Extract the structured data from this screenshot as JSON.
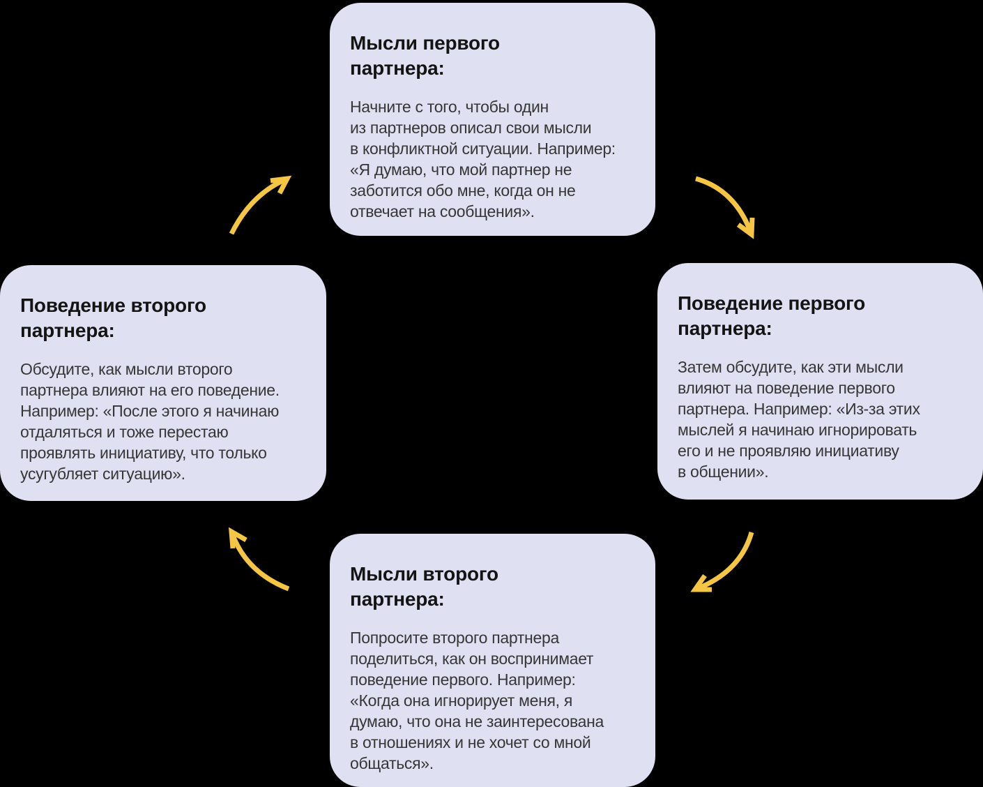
{
  "colors": {
    "background": "#000000",
    "card": "#DFE0F1",
    "heading": "#141414",
    "body": "#363636",
    "arrow": "#F5C544"
  },
  "diagram": {
    "type": "cycle",
    "direction": "clockwise",
    "cards": [
      {
        "id": "thoughts-partner-1",
        "position": "top",
        "title": "Мысли первого\nпартнера:",
        "body": "Начните с того, чтобы один\nиз партнеров описал свои мысли\nв конфликтной ситуации. Например:\n«Я думаю, что мой партнер не\nзаботится обо мне, когда он не\nотвечает на сообщения»."
      },
      {
        "id": "behavior-partner-1",
        "position": "right",
        "title": "Поведение первого\nпартнера:",
        "body": "Затем обсудите, как эти мысли\nвлияют на поведение первого\nпартнера. Например: «Из-за этих\nмыслей я начинаю игнорировать\nего и не проявляю инициативу\nв общении»."
      },
      {
        "id": "thoughts-partner-2",
        "position": "bottom",
        "title": "Мысли второго\nпартнера:",
        "body": "Попросите второго партнера\nподелиться, как он воспринимает\nповедение первого. Например:\n«Когда она игнорирует меня, я\nдумаю, что она не заинтересована\nв отношениях и не хочет со мной\nобщаться»."
      },
      {
        "id": "behavior-partner-2",
        "position": "left",
        "title": "Поведение второго\nпартнера:",
        "body": "Обсудите, как мысли второго\nпартнера влияют на его поведение.\nНапример: «После этого я начинаю\nотдаляться и тоже перестаю\nпроявлять инициативу, что только\nусугубляет ситуацию»."
      }
    ]
  }
}
